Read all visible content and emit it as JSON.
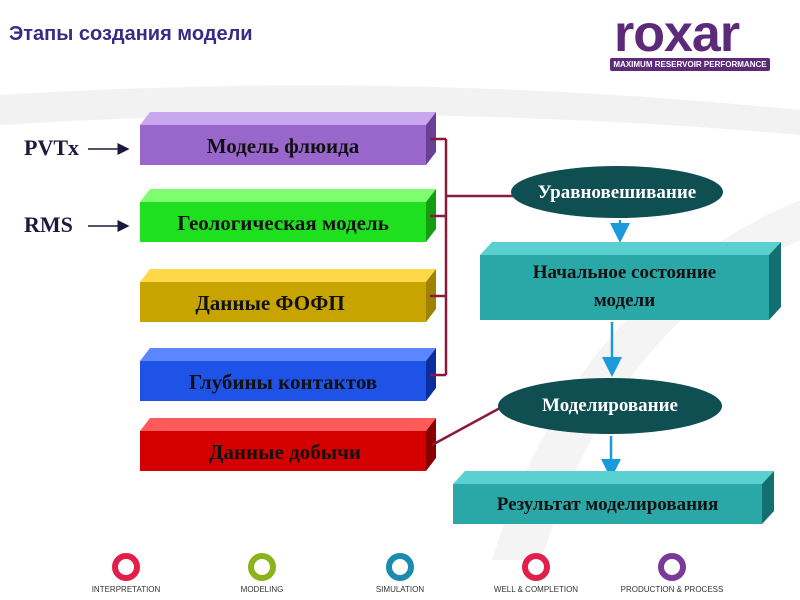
{
  "title": "Этапы создания модели",
  "logo": {
    "word": "roxar",
    "tagline": "MAXIMUM RESERVOIR PERFORMANCE"
  },
  "inputs": {
    "pvtx": "PVTx",
    "rms": "RMS"
  },
  "boxes": {
    "fluid_model": "Модель флюида",
    "geo_model": "Геологическая модель",
    "fofp": "Данные ФОФП",
    "contacts": "Глубины контактов",
    "production": "Данные добычи"
  },
  "process": {
    "equilibration": "Уравновешивание",
    "initial_state_line1": "Начальное состояние",
    "initial_state_line2": "модели",
    "modeling": "Моделирование",
    "result": "Результат моделирования"
  },
  "footer": [
    {
      "label": "INTERPRETATION",
      "color": "#e0204a"
    },
    {
      "label": "MODELING",
      "color": "#8cb21e"
    },
    {
      "label": "SIMULATION",
      "color": "#1a8cb0"
    },
    {
      "label": "WELL & COMPLETION",
      "color": "#e0204a"
    },
    {
      "label": "PRODUCTION & PROCESS",
      "color": "#7a3a9a"
    }
  ]
}
